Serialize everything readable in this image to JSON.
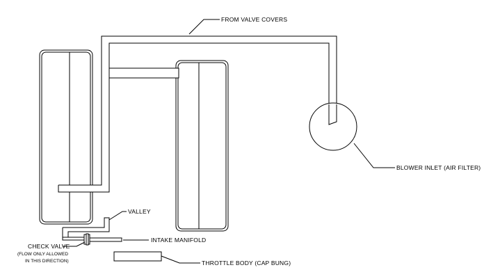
{
  "labels": {
    "from_valve_covers": "FROM VALVE COVERS",
    "blower_inlet": "BLOWER INLET (AIR FILTER)",
    "valley": "VALLEY",
    "intake_manifold": "INTAKE MANIFOLD",
    "check_valve": "CHECK VALVE",
    "check_valve_note_1": "(FLOW ONLY ALLOWED",
    "check_valve_note_2": "IN THIS DIRECTION)",
    "throttle_body": "THROTTLE BODY (CAP BUNG)"
  }
}
